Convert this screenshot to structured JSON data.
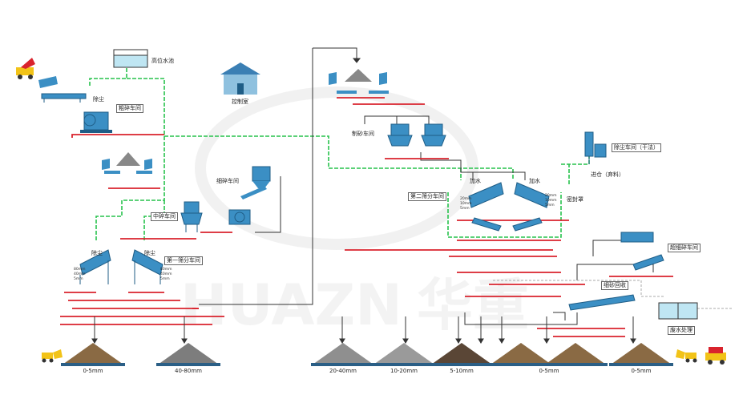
{
  "colors": {
    "main_flow": "#d9232d",
    "water_line": "#27c24c",
    "transfer_line": "#333333",
    "equipment": "#3b8fc4",
    "equipment_dark": "#1f5d86",
    "watermark": "#e9e9e9"
  },
  "workshops": {
    "high_water_tank": "高位水池",
    "control_room": "控制室",
    "primary_crushing": "粗碎车间",
    "dust_removal_1": "除尘",
    "medium_crushing": "中碎车间",
    "fine_crushing": "细碎车间",
    "first_screening": "第一筛分车间",
    "dust_left": "除尘",
    "dust_right": "除尘",
    "sand_making": "制砂车间",
    "second_screening": "第二筛分车间",
    "add_water_left": "加水",
    "add_water_right": "加水",
    "sealed_cover": "密封罩",
    "dust_dry": "除尘车间（干法）",
    "to_silo": "进仓（弃料）",
    "ultra_fine": "超细碎车间",
    "fine_sand_recovery": "细砂回收",
    "wastewater": "废水处理"
  },
  "screen_sizes": {
    "left_a": "80mm",
    "left_b": "40mm",
    "left_c": "5mm",
    "right_a": "80mm",
    "right_b": "40mm",
    "right_c": "5mm",
    "s2_left_a": "20mm",
    "s2_left_b": "10mm",
    "s2_left_c": "5mm",
    "s2_right_a": "20mm",
    "s2_right_b": "10mm",
    "s2_right_c": "5mm"
  },
  "products": [
    {
      "label": "0-5mm",
      "color": "#8a6a44"
    },
    {
      "label": "40-80mm",
      "color": "#7d7d7d"
    },
    {
      "label": "20-40mm",
      "color": "#8f8f8f"
    },
    {
      "label": "10-20mm",
      "color": "#9a9a9a"
    },
    {
      "label": "5-10mm",
      "color": "#5a4636"
    },
    {
      "label": "0-5mm",
      "color": "#8a6a44"
    },
    {
      "label": "0-5mm",
      "color": "#8a6a44"
    }
  ],
  "watermark": {
    "latin": "HUAZN",
    "cjk": "华重"
  }
}
